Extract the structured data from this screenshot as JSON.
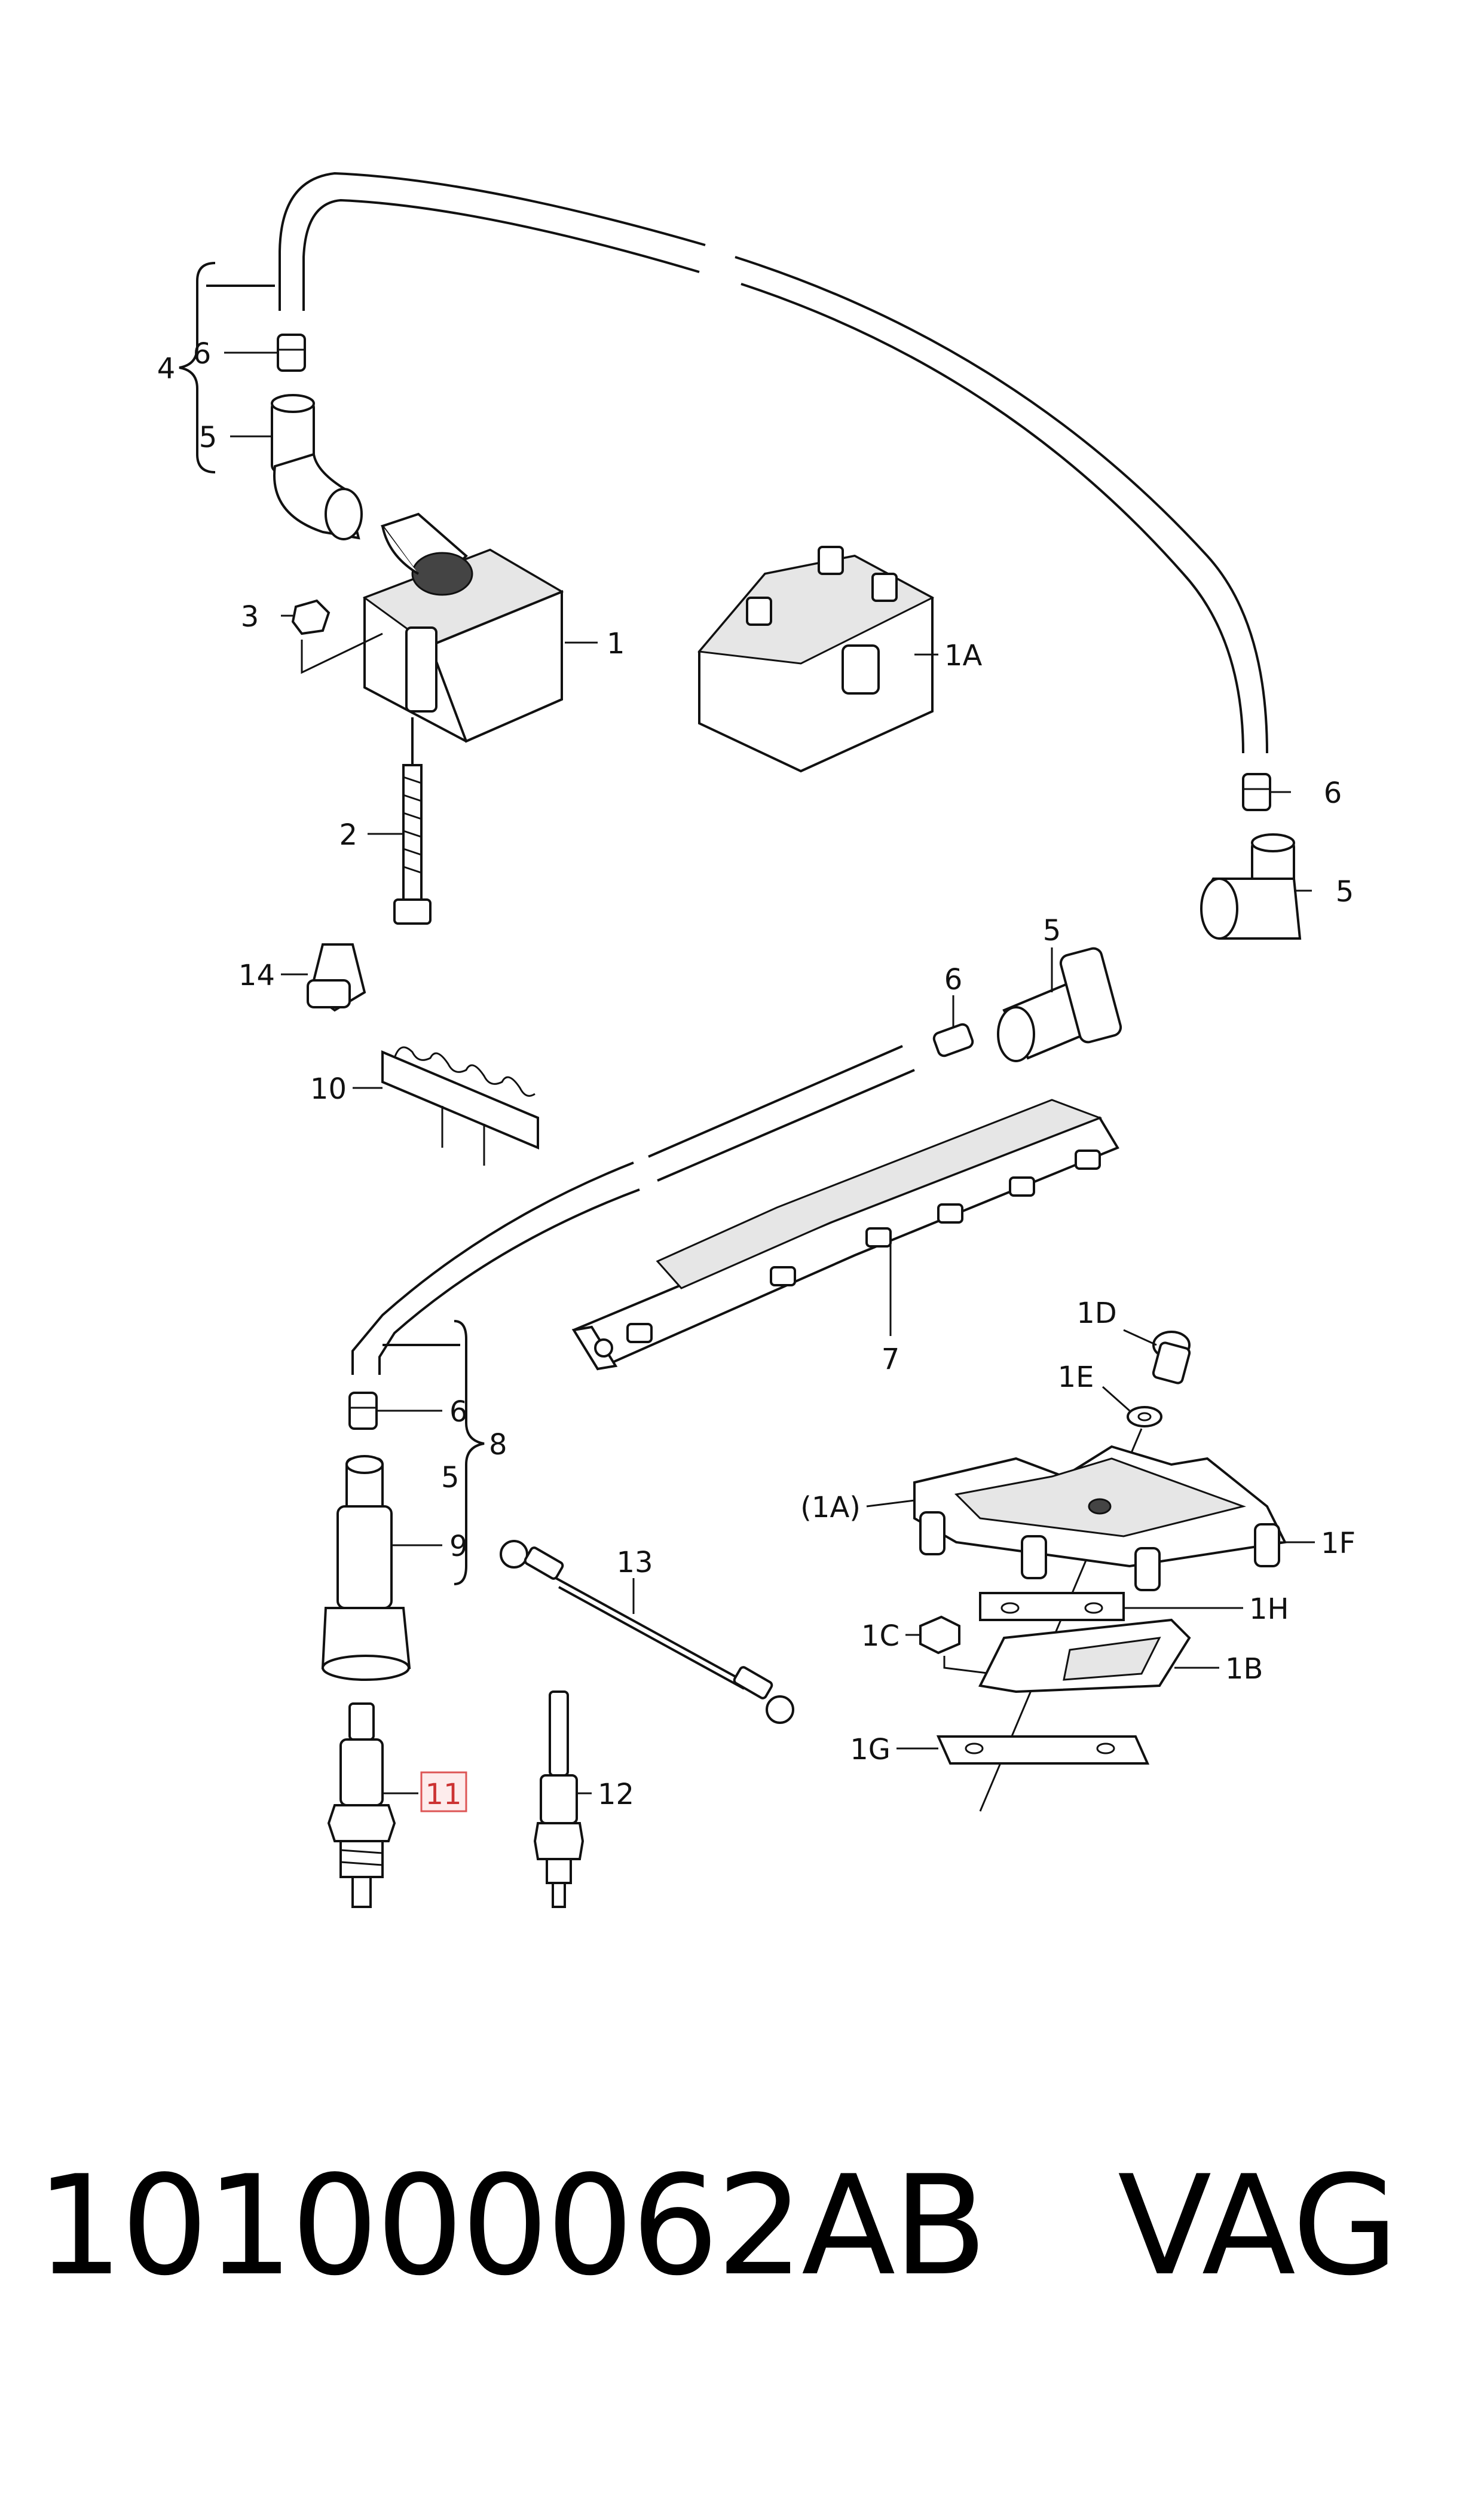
{
  "labels": {
    "l1": "1",
    "l1A": "1A",
    "l1A_paren": "(1A)",
    "l1B": "1B",
    "l1C": "1C",
    "l1D": "1D",
    "l1E": "1E",
    "l1F": "1F",
    "l1G": "1G",
    "l1H": "1H",
    "l2": "2",
    "l3": "3",
    "l4": "4",
    "l5": "5",
    "l6": "6",
    "l7": "7",
    "l8": "8",
    "l9": "9",
    "l10": "10",
    "l11": "11",
    "l12": "12",
    "l13": "13",
    "l14": "14"
  },
  "highlighted_label": "11",
  "footer": {
    "part_number": "101000062AB",
    "brand": "VAG"
  }
}
